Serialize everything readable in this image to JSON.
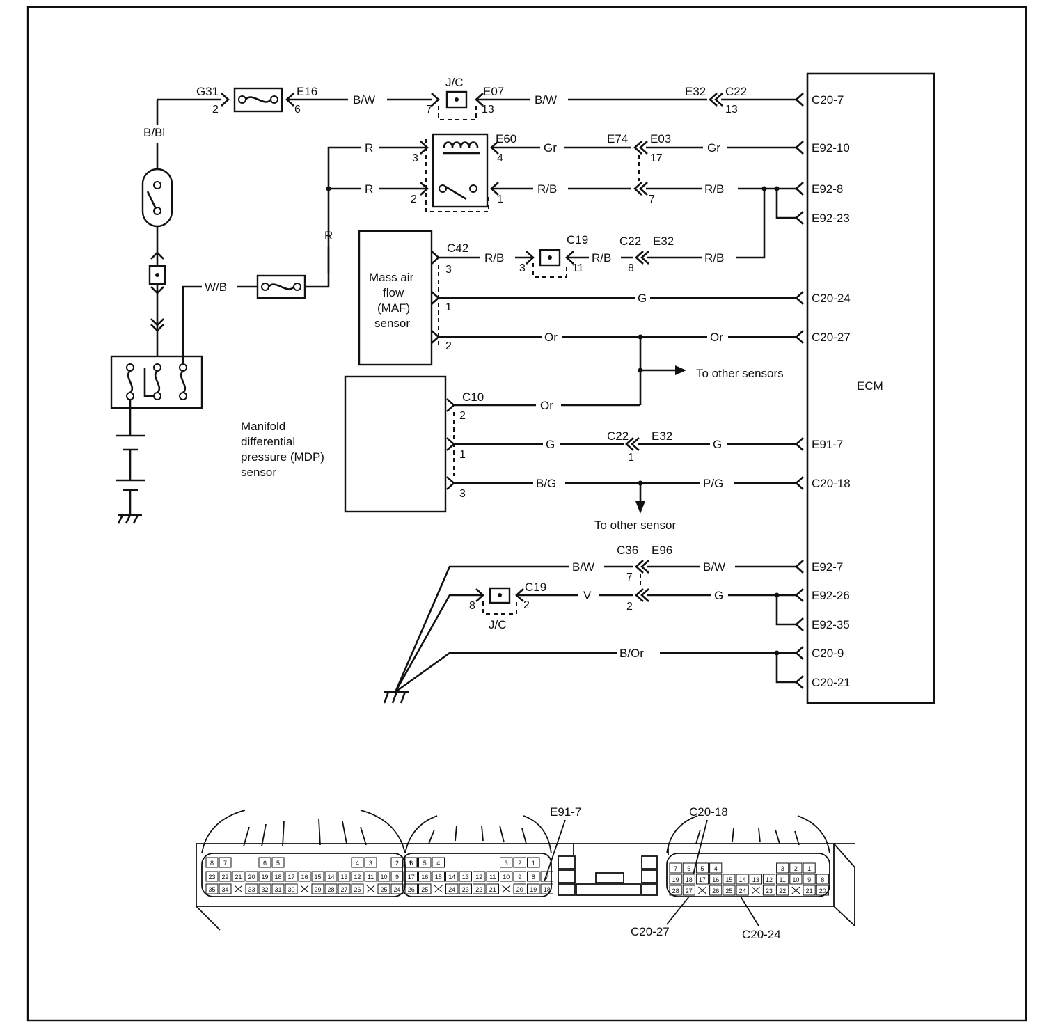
{
  "ecm": {
    "label": "ECM",
    "terminals": [
      "C20-7",
      "E92-10",
      "E92-8",
      "E92-23",
      "C20-24",
      "C20-27",
      "E91-7",
      "C20-18",
      "E92-7",
      "E92-26",
      "E92-35",
      "C20-9",
      "C20-21"
    ]
  },
  "wires": {
    "bw": "B/W",
    "bbl": "B/Bl",
    "r": "R",
    "gr": "Gr",
    "rb": "R/B",
    "wb": "W/B",
    "g": "G",
    "or": "Or",
    "bg": "B/G",
    "pg": "P/G",
    "v": "V",
    "bor": "B/Or"
  },
  "connectors": {
    "g31": "G31",
    "e16": "E16",
    "jc": "J/C",
    "e07": "E07",
    "e32": "E32",
    "c22": "C22",
    "e60": "E60",
    "e74": "E74",
    "e03": "E03",
    "c42": "C42",
    "c19": "C19",
    "c10": "C10",
    "c36": "C36",
    "e96": "E96"
  },
  "pins": {
    "p1": "1",
    "p2": "2",
    "p3": "3",
    "p4": "4",
    "p6": "6",
    "p7": "7",
    "p8": "8",
    "p11": "11",
    "p13": "13",
    "p17": "17"
  },
  "components": {
    "maf": [
      "Mass air",
      "flow",
      "(MAF)",
      "sensor"
    ],
    "mdp": [
      "Manifold",
      "differential",
      "pressure (MDP)",
      "sensor"
    ]
  },
  "notes": {
    "to_other_sensors": "To other sensors",
    "to_other_sensor": "To other sensor"
  },
  "connector_face": {
    "callouts": {
      "e91_7": "E91-7",
      "c20_18": "C20-18",
      "c20_27": "C20-27",
      "c20_24": "C20-24"
    },
    "block1": {
      "r1": [
        "8",
        "7",
        "",
        "",
        "6",
        "5",
        "",
        "",
        "",
        "",
        "",
        "4",
        "3",
        "",
        "2",
        "1"
      ],
      "r2": [
        "23",
        "22",
        "21",
        "20",
        "19",
        "18",
        "17",
        "16",
        "15",
        "14",
        "13",
        "12",
        "11",
        "10",
        "9"
      ],
      "r3": [
        "35",
        "34",
        "",
        "33",
        "32",
        "31",
        "30",
        "",
        "29",
        "28",
        "27",
        "26",
        "",
        "25",
        "24"
      ]
    },
    "block2": {
      "r1": [
        "6",
        "5",
        "4",
        "",
        "",
        "",
        "",
        "3",
        "2",
        "1"
      ],
      "r2": [
        "17",
        "16",
        "15",
        "14",
        "13",
        "12",
        "11",
        "10",
        "9",
        "8",
        "7"
      ],
      "r3": [
        "26",
        "25",
        "",
        "24",
        "23",
        "22",
        "21",
        "",
        "20",
        "19",
        "18"
      ]
    },
    "block3": {
      "r1": [
        "7",
        "6",
        "5",
        "4",
        "",
        "",
        "",
        "",
        "3",
        "2",
        "1"
      ],
      "r2": [
        "19",
        "18",
        "17",
        "16",
        "15",
        "14",
        "13",
        "12",
        "11",
        "10",
        "9",
        "8"
      ],
      "r3": [
        "28",
        "27",
        "",
        "26",
        "25",
        "24",
        "",
        "23",
        "22",
        "",
        "21",
        "20"
      ]
    }
  }
}
